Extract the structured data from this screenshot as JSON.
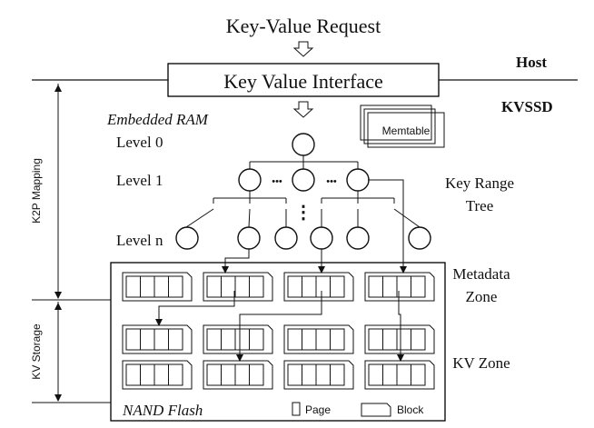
{
  "labels": {
    "request": "Key-Value Request",
    "interface": "Key Value Interface",
    "host": "Host",
    "kvssd": "KVSSD",
    "ram": "Embedded RAM",
    "memtable": "Memtable",
    "level0": "Level 0",
    "level1": "Level 1",
    "leveln": "Level n",
    "key_range_1": "Key Range",
    "key_range_2": "Tree",
    "k2p": "K2P Mapping",
    "kvstorage": "KV Storage",
    "meta_1": "Metadata",
    "meta_2": "Zone",
    "kvzone": "KV Zone",
    "nand": "NAND Flash",
    "page": "Page",
    "block": "Block",
    "ellipsis": "•••",
    "vdots": "⋮"
  },
  "colors": {
    "stroke": "#111111",
    "background": "#ffffff"
  }
}
